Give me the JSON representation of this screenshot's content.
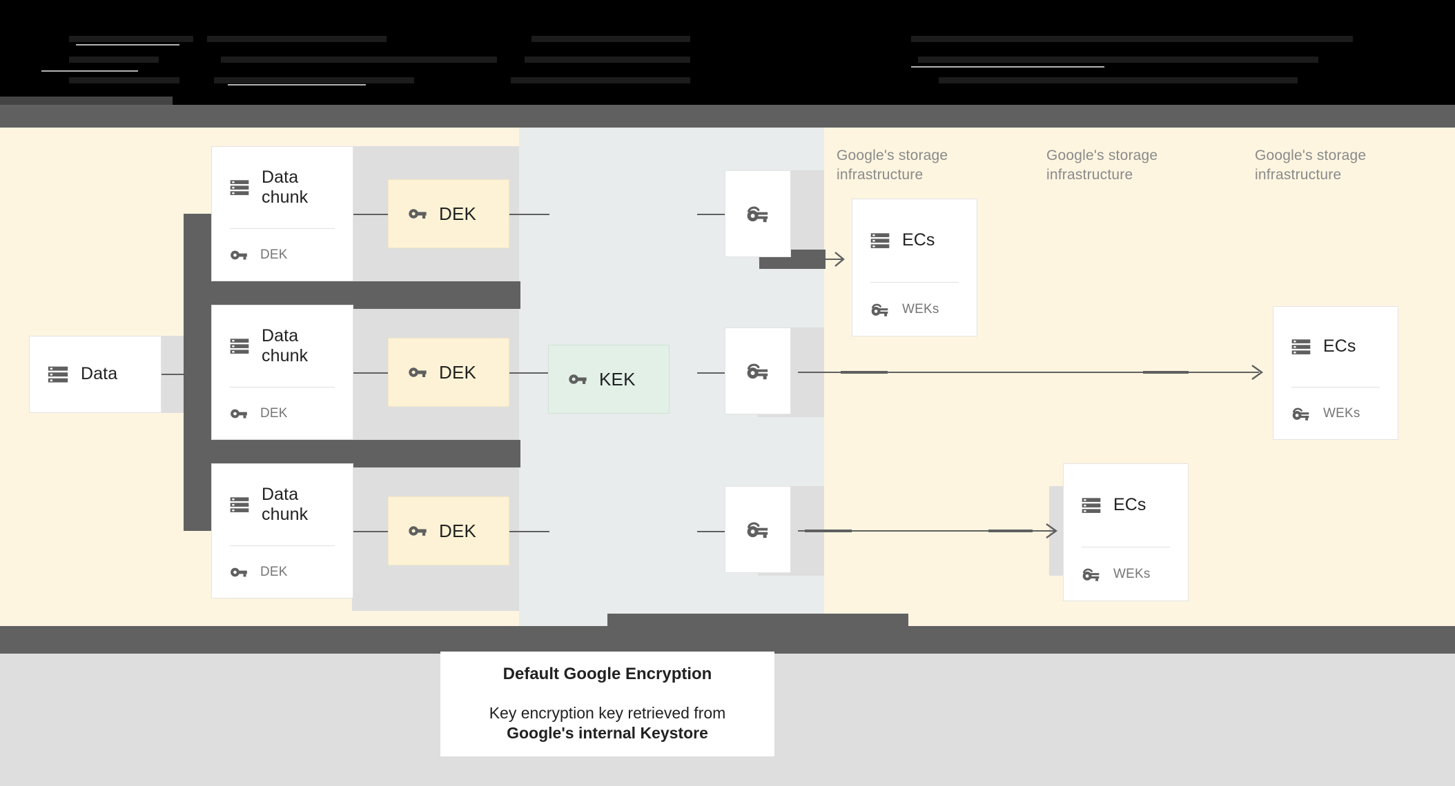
{
  "page": {
    "title": "Default Google Encryption",
    "bg_cream": "#fdf5e0",
    "bg_blue": "#e8ecec",
    "bg_gray": "#dedede",
    "dark_gray": "#616161",
    "dek_fill": "#fdf2d5",
    "kek_fill": "#e2f0e8"
  },
  "header": {
    "note": "redacted-dark-banner",
    "legible": false
  },
  "nodes": {
    "data": {
      "label": "Data",
      "icon": "storage-icon"
    },
    "chunks": [
      {
        "label": "Data\nchunk",
        "icon": "storage-icon",
        "key_label": "DEK",
        "key_icon": "key-icon"
      },
      {
        "label": "Data\nchunk",
        "icon": "storage-icon",
        "key_label": "DEK",
        "key_icon": "key-icon"
      },
      {
        "label": "Data\nchunk",
        "icon": "storage-icon",
        "key_label": "DEK",
        "key_icon": "key-icon"
      }
    ],
    "deks": [
      {
        "label": "DEK",
        "icon": "key-icon"
      },
      {
        "label": "DEK",
        "icon": "key-icon"
      },
      {
        "label": "DEK",
        "icon": "key-icon"
      }
    ],
    "kek": {
      "label": "KEK",
      "icon": "key-icon"
    },
    "wrapped_keys": [
      {
        "icon": "wrapped-key-icon"
      },
      {
        "icon": "wrapped-key-icon"
      },
      {
        "icon": "wrapped-key-icon"
      }
    ],
    "ecs": [
      {
        "label": "ECs",
        "icon": "storage-icon",
        "key_label": "WEKs",
        "key_icon": "wrapped-key-icon"
      },
      {
        "label": "ECs",
        "icon": "storage-icon",
        "key_label": "WEKs",
        "key_icon": "wrapped-key-icon"
      },
      {
        "label": "ECs",
        "icon": "storage-icon",
        "key_label": "WEKs",
        "key_icon": "wrapped-key-icon"
      }
    ]
  },
  "infra_labels": [
    "Google's storage\ninfrastructure",
    "Google's storage\ninfrastructure",
    "Google's storage\ninfrastructure"
  ],
  "caption": {
    "title": "Default Google Encryption",
    "line1": "Key encryption key retrieved from",
    "line2": "Google's internal Keystore"
  }
}
